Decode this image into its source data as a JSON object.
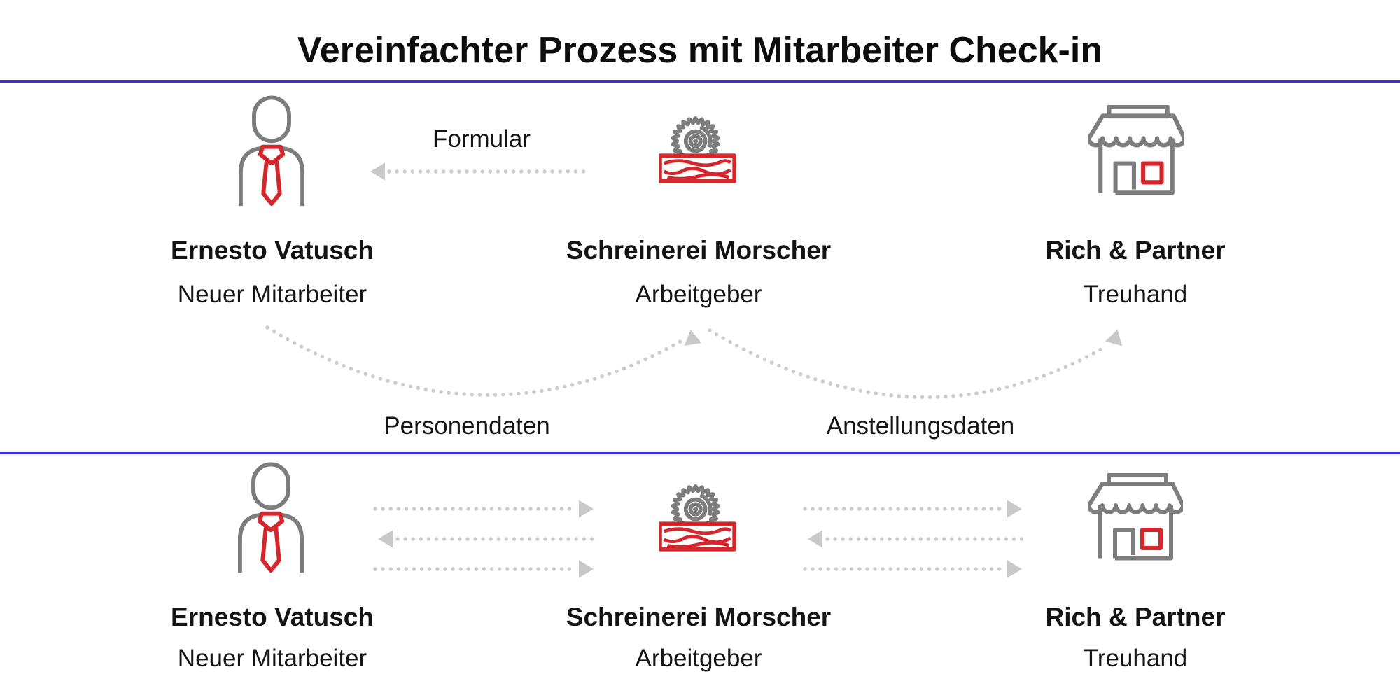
{
  "title": "Vereinfachter Prozess mit Mitarbeiter Check-in",
  "colors": {
    "divider_blue": "#3c2ce6",
    "icon_gray": "#7d7d7d",
    "accent_red": "#d5262c",
    "dot_gray": "#cccccc",
    "arrowhead_gray": "#c9c9c9",
    "text": "#141414",
    "background": "#ffffff"
  },
  "top_flow": {
    "actors": [
      {
        "name": "Ernesto Vatusch",
        "role": "Neuer Mitarbeiter",
        "icon": "person-tie-icon"
      },
      {
        "name": "Schreinerei Morscher",
        "role": "Arbeitgeber",
        "icon": "circular-saw-wood-icon"
      },
      {
        "name": "Rich & Partner",
        "role": "Treuhand",
        "icon": "storefront-icon"
      }
    ],
    "arrows": [
      {
        "label": "Formular",
        "from": "Schreinerei Morscher",
        "to": "Ernesto Vatusch",
        "style": "dotted-straight",
        "direction": "left"
      },
      {
        "label": "Personendaten",
        "from": "Ernesto Vatusch",
        "to": "Schreinerei Morscher",
        "style": "dotted-curved",
        "direction": "up-right"
      },
      {
        "label": "Anstellungsdaten",
        "from": "Schreinerei Morscher",
        "to": "Rich & Partner",
        "style": "dotted-curved",
        "direction": "up-right"
      }
    ]
  },
  "bottom_flow": {
    "actors": [
      {
        "name": "Ernesto Vatusch",
        "role": "Neuer Mitarbeiter",
        "icon": "person-tie-icon"
      },
      {
        "name": "Schreinerei Morscher",
        "role": "Arbeitgeber",
        "icon": "circular-saw-wood-icon"
      },
      {
        "name": "Rich & Partner",
        "role": "Treuhand",
        "icon": "storefront-icon"
      }
    ],
    "arrow_groups": [
      {
        "between": "Ernesto Vatusch – Schreinerei Morscher",
        "style": "dotted-straight",
        "directions": [
          "right",
          "left",
          "right"
        ]
      },
      {
        "between": "Schreinerei Morscher – Rich & Partner",
        "style": "dotted-straight",
        "directions": [
          "right",
          "left",
          "right"
        ]
      }
    ]
  }
}
